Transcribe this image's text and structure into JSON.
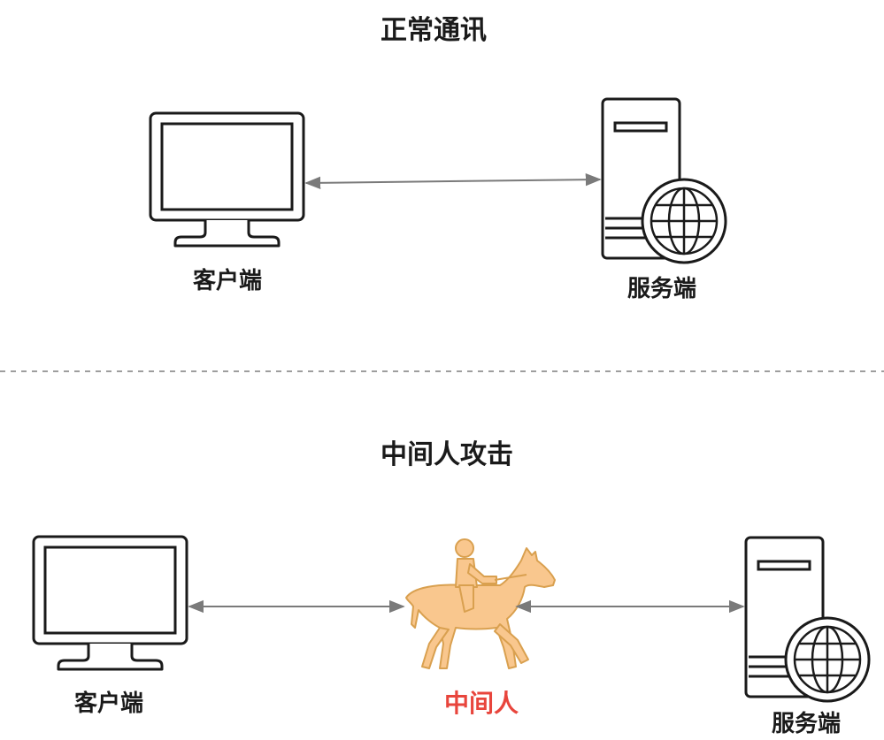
{
  "sections": {
    "normal": {
      "title": "正常通讯",
      "client_label": "客户端",
      "server_label": "服务端"
    },
    "mitm": {
      "title": "中间人攻击",
      "client_label": "客户端",
      "attacker_label": "中间人",
      "server_label": "服务端"
    }
  },
  "colors": {
    "outline": "#1a1a1a",
    "arrow": "#7a7a7a",
    "divider": "#9e9e9e",
    "attacker_fill": "#f9c78e",
    "attacker_stroke": "#d9a04f",
    "attacker_text": "#e8453c"
  },
  "icons": {
    "client": "monitor-icon",
    "server": "server-globe-icon",
    "attacker": "horse-rider-icon"
  }
}
